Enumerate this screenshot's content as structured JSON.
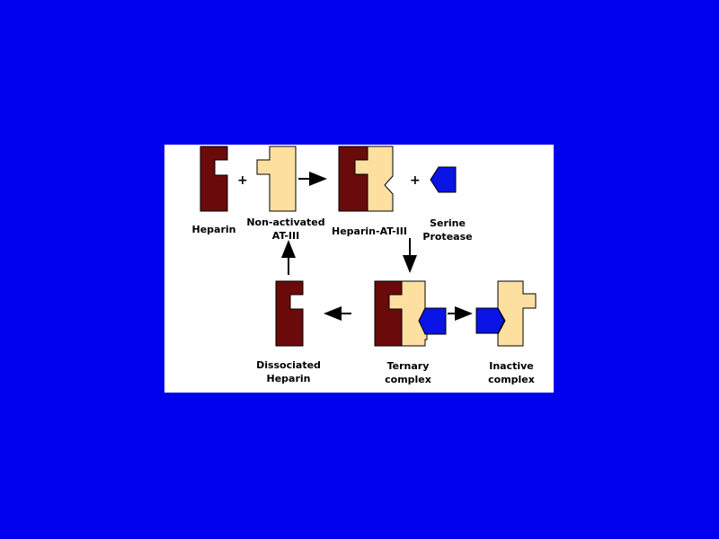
{
  "colors": {
    "background": "#0000ee",
    "panel": "#ffffff",
    "heparin": "#6b0a0a",
    "at3": "#fde0a0",
    "protease": "#0a14e6",
    "arrow": "#000000"
  },
  "labels": {
    "heparin": "Heparin",
    "non_activated_line1": "Non-activated",
    "non_activated_line2": "AT-III",
    "heparin_at3": "Heparin-AT-III",
    "serine_line1": "Serine",
    "serine_line2": "Protease",
    "dissociated_line1": "Dissociated",
    "dissociated_line2": "Heparin",
    "ternary_line1": "Ternary",
    "ternary_line2": "complex",
    "inactive_line1": "Inactive",
    "inactive_line2": "complex",
    "plus": "+"
  }
}
